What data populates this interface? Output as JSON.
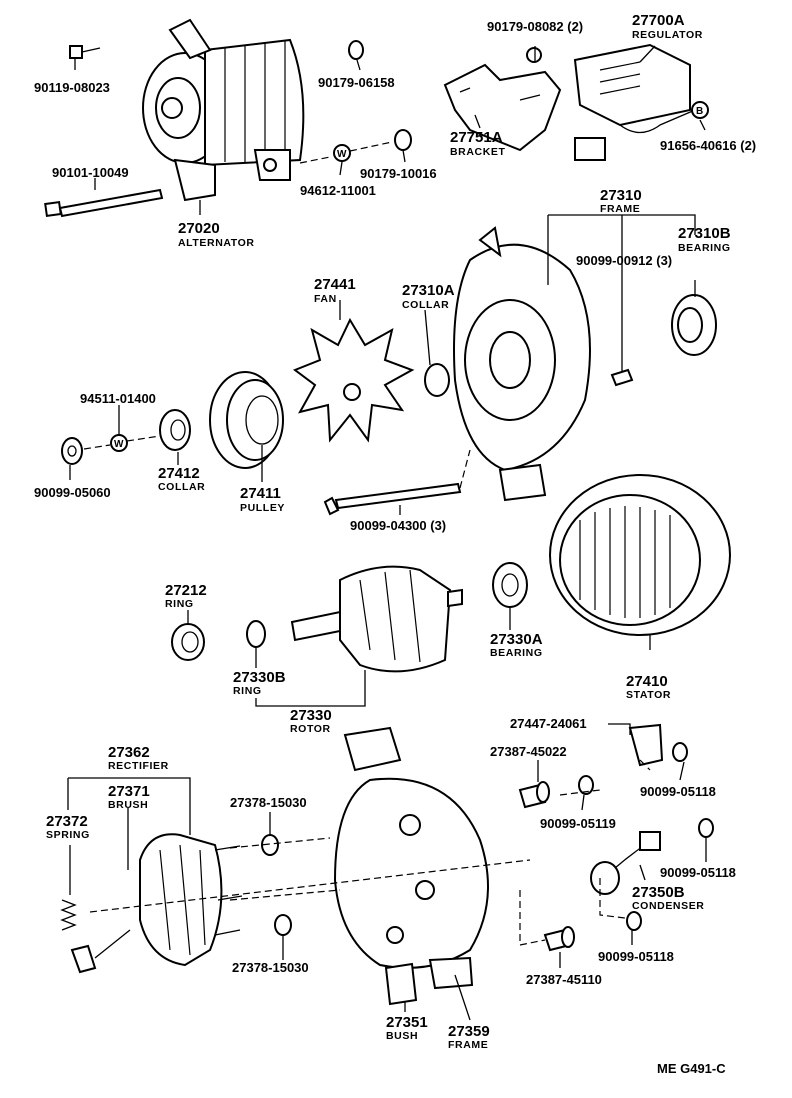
{
  "parts": [
    {
      "id": "p_90119_08023",
      "number": "90119-08023"
    },
    {
      "id": "p_90179_06158",
      "number": "90179-06158"
    },
    {
      "id": "p_90179_08082",
      "number": "90179-08082 (2)"
    },
    {
      "id": "p_27700A",
      "number": "27700A",
      "name": "REGULATOR"
    },
    {
      "id": "p_27751A",
      "number": "27751A",
      "name": "BRACKET"
    },
    {
      "id": "p_91656",
      "number": "91656-40616 (2)"
    },
    {
      "id": "p_90101",
      "number": "90101-10049"
    },
    {
      "id": "p_90179_10016",
      "number": "90179-10016"
    },
    {
      "id": "p_94612",
      "number": "94612-11001"
    },
    {
      "id": "p_27020",
      "number": "27020",
      "name": "ALTERNATOR"
    },
    {
      "id": "p_27310",
      "number": "27310",
      "name": "FRAME"
    },
    {
      "id": "p_27310B",
      "number": "27310B",
      "name": "BEARING"
    },
    {
      "id": "p_90099_00912",
      "number": "90099-00912 (3)"
    },
    {
      "id": "p_27441",
      "number": "27441",
      "name": "FAN"
    },
    {
      "id": "p_27310A",
      "number": "27310A",
      "name": "COLLAR"
    },
    {
      "id": "p_94511",
      "number": "94511-01400"
    },
    {
      "id": "p_27412",
      "number": "27412",
      "name": "COLLAR"
    },
    {
      "id": "p_90099_05060",
      "number": "90099-05060"
    },
    {
      "id": "p_27411",
      "number": "27411",
      "name": "PULLEY"
    },
    {
      "id": "p_90099_04300",
      "number": "90099-04300 (3)"
    },
    {
      "id": "p_27212",
      "number": "27212",
      "name": "RING"
    },
    {
      "id": "p_27330B",
      "number": "27330B",
      "name": "RING"
    },
    {
      "id": "p_27330A",
      "number": "27330A",
      "name": "BEARING"
    },
    {
      "id": "p_27410",
      "number": "27410",
      "name": "STATOR"
    },
    {
      "id": "p_27330",
      "number": "27330",
      "name": "ROTOR"
    },
    {
      "id": "p_27447",
      "number": "27447-24061"
    },
    {
      "id": "p_27362",
      "number": "27362",
      "name": "RECTIFIER"
    },
    {
      "id": "p_27371",
      "number": "27371",
      "name": "BRUSH"
    },
    {
      "id": "p_27387_45022",
      "number": "27387-45022"
    },
    {
      "id": "p_27378_15030a",
      "number": "27378-15030"
    },
    {
      "id": "p_90099_05118a",
      "number": "90099-05118"
    },
    {
      "id": "p_27372",
      "number": "27372",
      "name": "SPRING"
    },
    {
      "id": "p_90099_05119",
      "number": "90099-05119"
    },
    {
      "id": "p_90099_05118b",
      "number": "90099-05118"
    },
    {
      "id": "p_27350B",
      "number": "27350B",
      "name": "CONDENSER"
    },
    {
      "id": "p_27378_15030b",
      "number": "27378-15030"
    },
    {
      "id": "p_90099_05118c",
      "number": "90099-05118"
    },
    {
      "id": "p_27387_45110",
      "number": "27387-45110"
    },
    {
      "id": "p_27351",
      "number": "27351",
      "name": "BUSH"
    },
    {
      "id": "p_27359",
      "number": "27359",
      "name": "FRAME"
    }
  ],
  "washer_symbol": "W",
  "connector_symbol": "B",
  "figure_code": "ME  G491-C"
}
